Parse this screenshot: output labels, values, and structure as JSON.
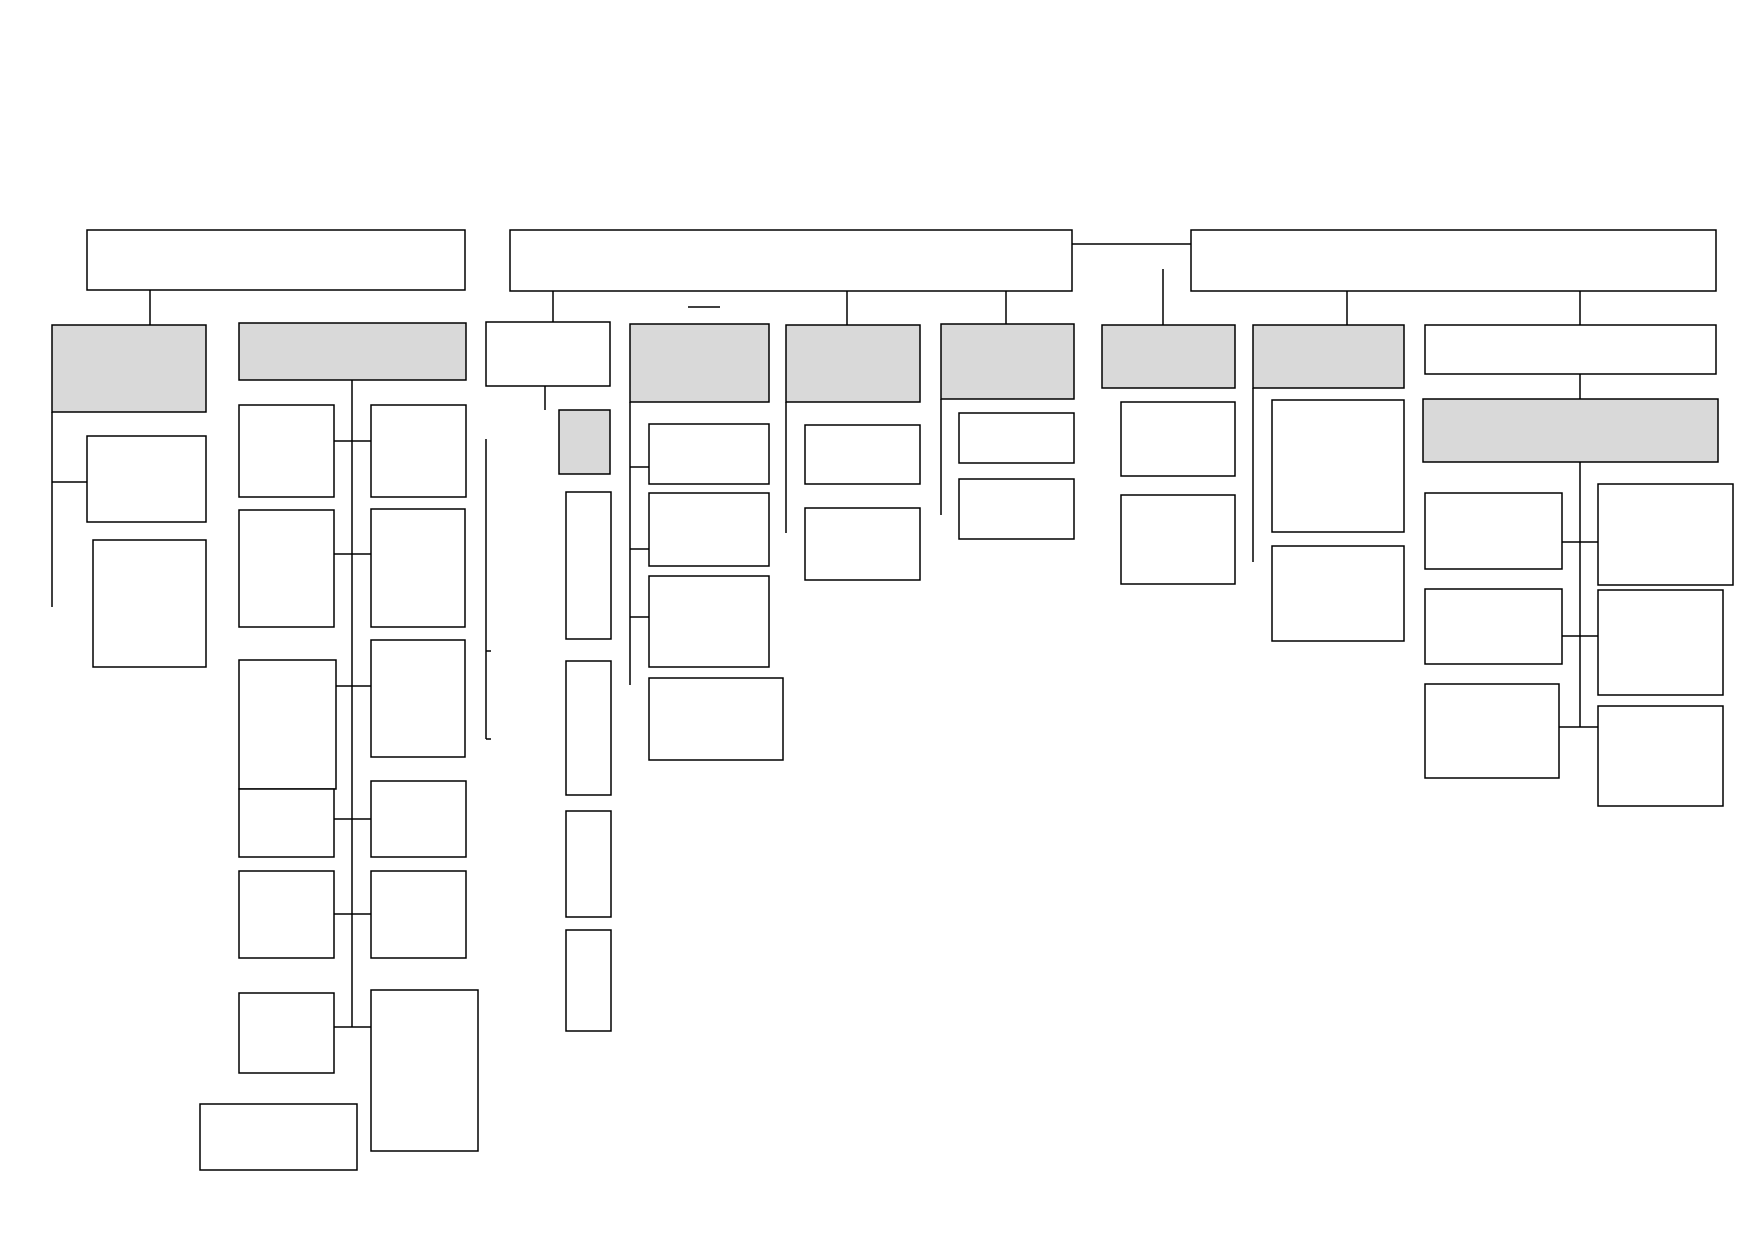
{
  "diagram": {
    "type": "org-chart",
    "colors": {
      "line": "#000000",
      "box_fill": "#ffffff",
      "shaded_fill": "#d9d9d9",
      "background": "#ffffff"
    },
    "boxes": [
      {
        "id": "top-left",
        "label": "",
        "shaded": false
      },
      {
        "id": "top-center",
        "label": "",
        "shaded": false
      },
      {
        "id": "top-right",
        "label": "",
        "shaded": false
      },
      {
        "id": "g1-head",
        "label": "",
        "shaded": true
      },
      {
        "id": "g1-a",
        "label": "",
        "shaded": false
      },
      {
        "id": "g1-b",
        "label": "",
        "shaded": false
      },
      {
        "id": "g2-head",
        "label": "",
        "shaded": true
      },
      {
        "id": "g2-l1",
        "label": "",
        "shaded": false
      },
      {
        "id": "g2-l2",
        "label": "",
        "shaded": false
      },
      {
        "id": "g2-l3",
        "label": "",
        "shaded": false
      },
      {
        "id": "g2-l4",
        "label": "",
        "shaded": false
      },
      {
        "id": "g2-l5",
        "label": "",
        "shaded": false
      },
      {
        "id": "g2-l6",
        "label": "",
        "shaded": false
      },
      {
        "id": "g2-r1",
        "label": "",
        "shaded": false
      },
      {
        "id": "g2-r2",
        "label": "",
        "shaded": false
      },
      {
        "id": "g2-r3",
        "label": "",
        "shaded": false
      },
      {
        "id": "g2-r4",
        "label": "",
        "shaded": false
      },
      {
        "id": "g2-r5",
        "label": "",
        "shaded": false
      },
      {
        "id": "g2-r6",
        "label": "",
        "shaded": false
      },
      {
        "id": "g2-bottom",
        "label": "",
        "shaded": false
      },
      {
        "id": "g3-head",
        "label": "",
        "shaded": false
      },
      {
        "id": "g3-sub",
        "label": "",
        "shaded": true
      },
      {
        "id": "g3-a",
        "label": "",
        "shaded": false
      },
      {
        "id": "g3-b",
        "label": "",
        "shaded": false
      },
      {
        "id": "g3-c",
        "label": "",
        "shaded": false
      },
      {
        "id": "g3-d",
        "label": "",
        "shaded": false
      },
      {
        "id": "g4-head",
        "label": "",
        "shaded": true
      },
      {
        "id": "g4-a",
        "label": "",
        "shaded": false
      },
      {
        "id": "g4-b",
        "label": "",
        "shaded": false
      },
      {
        "id": "g4-c",
        "label": "",
        "shaded": false
      },
      {
        "id": "g4-d",
        "label": "",
        "shaded": false
      },
      {
        "id": "g5-head",
        "label": "",
        "shaded": true
      },
      {
        "id": "g5-a",
        "label": "",
        "shaded": false
      },
      {
        "id": "g5-b",
        "label": "",
        "shaded": false
      },
      {
        "id": "g6-head",
        "label": "",
        "shaded": true
      },
      {
        "id": "g6-a",
        "label": "",
        "shaded": false
      },
      {
        "id": "g6-b",
        "label": "",
        "shaded": false
      },
      {
        "id": "g7-head",
        "label": "",
        "shaded": true
      },
      {
        "id": "g7-a",
        "label": "",
        "shaded": false
      },
      {
        "id": "g7-b",
        "label": "",
        "shaded": false
      },
      {
        "id": "g8-head",
        "label": "",
        "shaded": true
      },
      {
        "id": "g8-a",
        "label": "",
        "shaded": false
      },
      {
        "id": "g8-b",
        "label": "",
        "shaded": false
      },
      {
        "id": "g9-head",
        "label": "",
        "shaded": false
      },
      {
        "id": "g9-sub",
        "label": "",
        "shaded": true
      },
      {
        "id": "g9-l1",
        "label": "",
        "shaded": false
      },
      {
        "id": "g9-l2",
        "label": "",
        "shaded": false
      },
      {
        "id": "g9-l3",
        "label": "",
        "shaded": false
      },
      {
        "id": "g9-r1",
        "label": "",
        "shaded": false
      },
      {
        "id": "g9-r2",
        "label": "",
        "shaded": false
      },
      {
        "id": "g9-r3",
        "label": "",
        "shaded": false
      }
    ]
  }
}
